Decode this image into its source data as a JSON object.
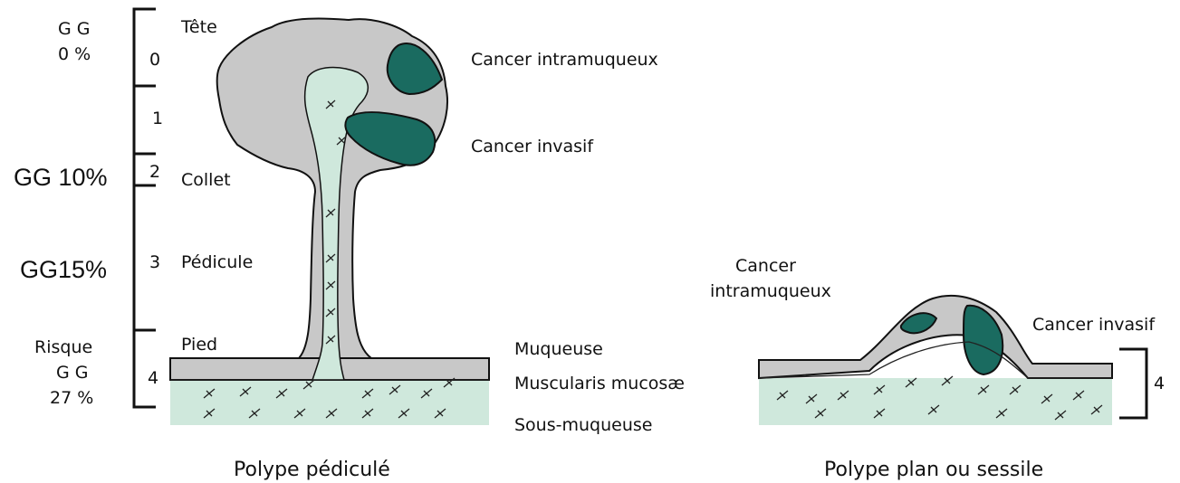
{
  "left_annotations": {
    "gg_0": "G G\n0 %",
    "gg_0_line1": "G G",
    "gg_0_line2": "0 %",
    "gg_10": "GG 10%",
    "gg_15": "GG15%",
    "risque_line1": "Risque",
    "risque_line2": "G G",
    "risque_line3": "27 %"
  },
  "levels": [
    "0",
    "1",
    "2",
    "3",
    "4"
  ],
  "pediculate": {
    "parts": {
      "tete": "Tête",
      "collet": "Collet",
      "pedicule": "Pédicule",
      "pied": "Pied"
    },
    "labels": {
      "cancer_intramuqueux": "Cancer intramuqueux",
      "cancer_invasif": "Cancer invasif",
      "muqueuse": "Muqueuse",
      "muscularis": "Muscularis mucosæ",
      "sous_muqueuse": "Sous-muqueuse"
    },
    "caption": "Polype pédiculé"
  },
  "sessile": {
    "labels": {
      "cancer_line1": "Cancer",
      "cancer_line2": "intramuqueux",
      "cancer_invasif": "Cancer invasif",
      "level_4": "4"
    },
    "caption": "Polype plan ou sessile"
  },
  "colors": {
    "mucosa": "#c8c8c8",
    "submucosa": "#cfe8dc",
    "cancer": "#1a6b60"
  }
}
